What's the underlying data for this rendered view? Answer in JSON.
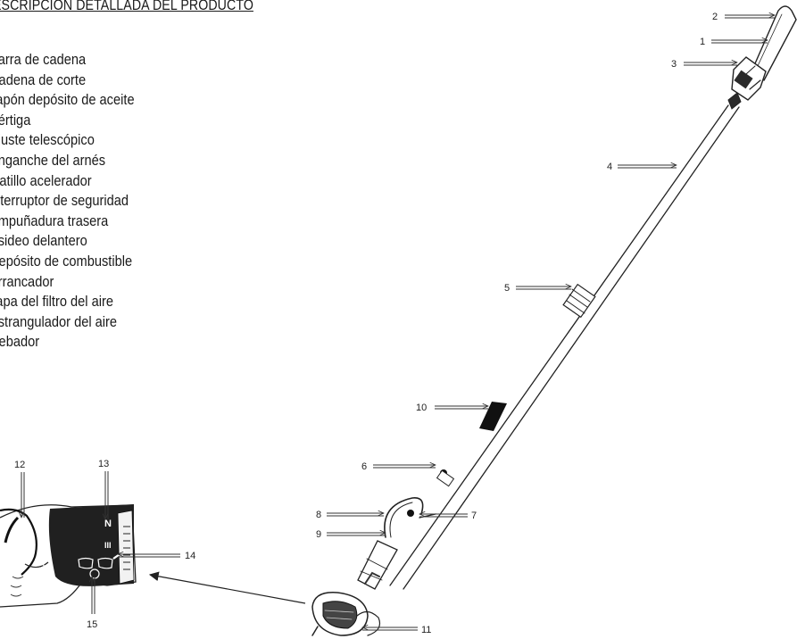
{
  "title": "ESCRIPCIÓN DETALLADA DEL PRODUCTO",
  "parts": [
    "Barra de cadena",
    "Cadena de corte",
    "Tapón depósito de aceite",
    "Pértiga",
    "Ajuste telescópico",
    "Enganche del arnés",
    "Gatillo acelerador",
    "Interruptor de seguridad",
    "Empuñadura trasera",
    "Asideo delantero",
    "Depósito de combustible",
    "Arrancador",
    "Tapa del filtro del aire",
    "Estrangulador del aire",
    "Cebador"
  ],
  "callouts": {
    "n1": "1",
    "n2": "2",
    "n3": "3",
    "n4": "4",
    "n5": "5",
    "n6": "6",
    "n7": "7",
    "n8": "8",
    "n9": "9",
    "n10": "10",
    "n11": "11",
    "n12": "12",
    "n13": "13",
    "n14": "14",
    "n15": "15"
  }
}
